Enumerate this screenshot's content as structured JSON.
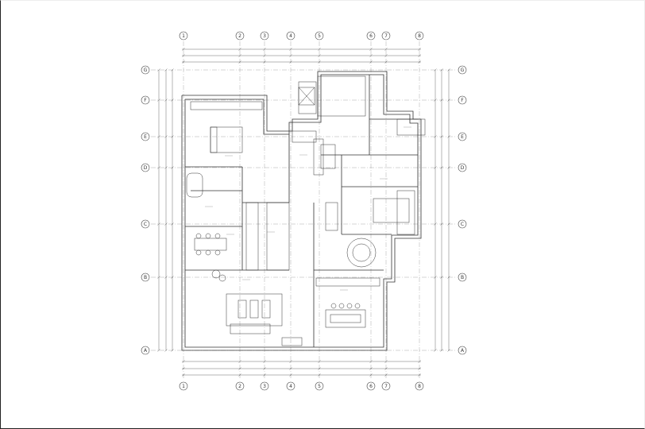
{
  "plan": {
    "grid_columns": [
      "1",
      "2",
      "3",
      "4",
      "5",
      "6",
      "7",
      "8"
    ],
    "grid_rows": [
      "G",
      "F",
      "E",
      "D",
      "C",
      "B",
      "A"
    ]
  },
  "icons": {
    "column_bubble": "circle-label-icon",
    "row_bubble": "circle-label-icon"
  },
  "colors": {
    "line": "#333333",
    "grid": "#888888",
    "background": "#ffffff"
  }
}
